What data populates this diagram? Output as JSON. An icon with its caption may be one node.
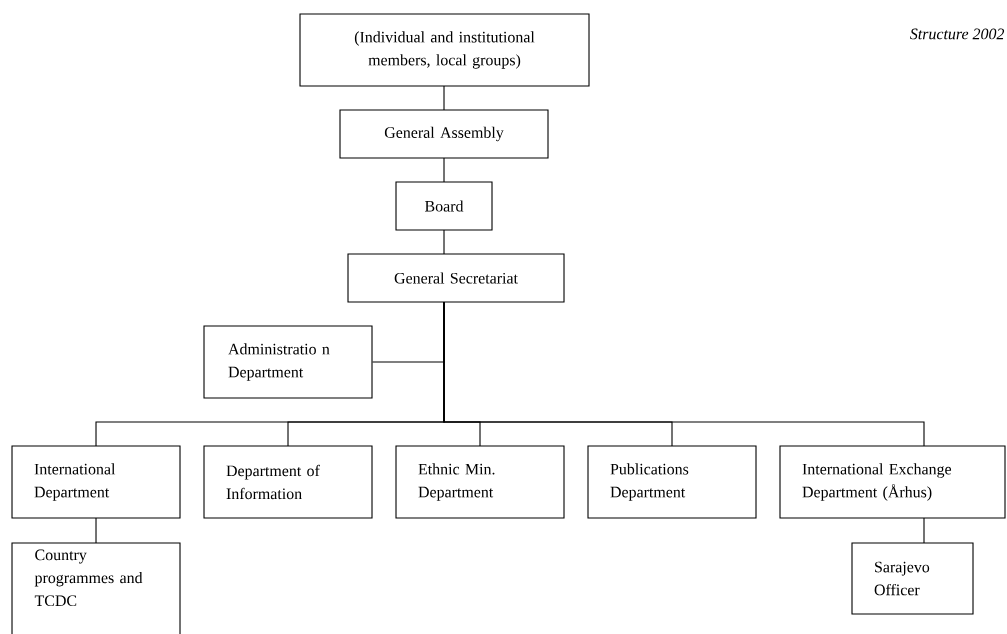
{
  "diagram": {
    "nodes": [
      {
        "text": [
          "(Individual and institutional members, local groups)"
        ]
      },
      {
        "text": [
          "General  Assembly"
        ]
      },
      {
        "text": [
          "Board"
        ]
      },
      {
        "text": [
          "General Secretariat"
        ]
      },
      {
        "text": [
          "Administratio n Department"
        ]
      },
      {
        "text": [
          "International Department"
        ]
      },
      {
        "text": [
          "Department of Information"
        ]
      },
      {
        "text": [
          "Ethnic Min. Department"
        ]
      },
      {
        "text": [
          "Publications Department"
        ]
      },
      {
        "text": [
          "International Exchange Department (Århus)"
        ]
      },
      {
        "text": [
          "Country programmes and TCDC"
        ]
      },
      {
        "text": [
          "Sarajevo Officer"
        ]
      }
    ],
    "edges": [
      {
        "from": 0,
        "to": 1,
        "arrow": "none"
      },
      {
        "from": 1,
        "to": 2,
        "arrow": "none"
      },
      {
        "from": 2,
        "to": 3,
        "arrow": "none"
      },
      {
        "from": 3,
        "to": 4,
        "arrow": "none"
      },
      {
        "from": 3,
        "to": 5,
        "arrow": "none"
      },
      {
        "from": 3,
        "to": 6,
        "arrow": "none"
      },
      {
        "from": 3,
        "to": 7,
        "arrow": "none"
      },
      {
        "from": 3,
        "to": 8,
        "arrow": "none"
      },
      {
        "from": 3,
        "to": 9,
        "arrow": "none"
      },
      {
        "from": 5,
        "to": 10,
        "arrow": "none"
      },
      {
        "from": 9,
        "to": 11,
        "arrow": "none"
      }
    ],
    "labels": [
      "*Structure 2002*"
    ]
  }
}
